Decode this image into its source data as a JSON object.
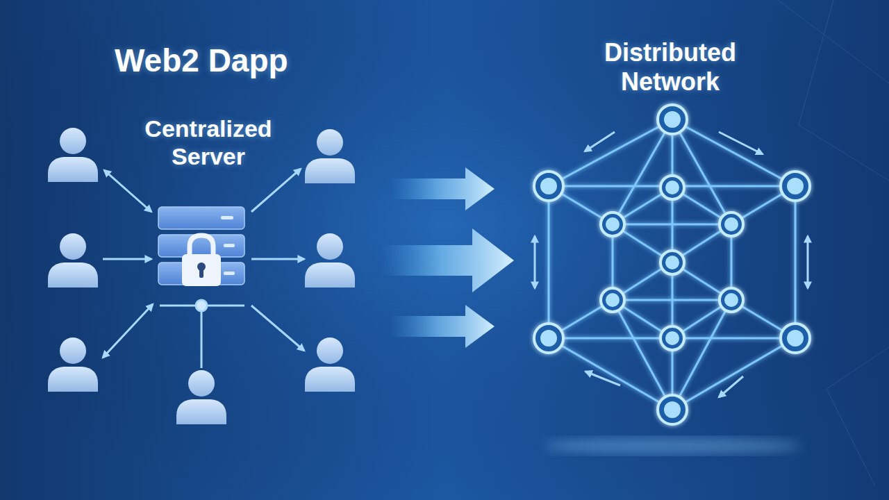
{
  "diagram": {
    "title": "Web2 Dapp",
    "nodes": [
      {
        "text": [
          "Centralized Server"
        ]
      },
      {
        "text": [
          "Distributed Network"
        ]
      }
    ],
    "edges": [
      {
        "from": 0,
        "to": 1,
        "arrow": "to"
      }
    ]
  }
}
